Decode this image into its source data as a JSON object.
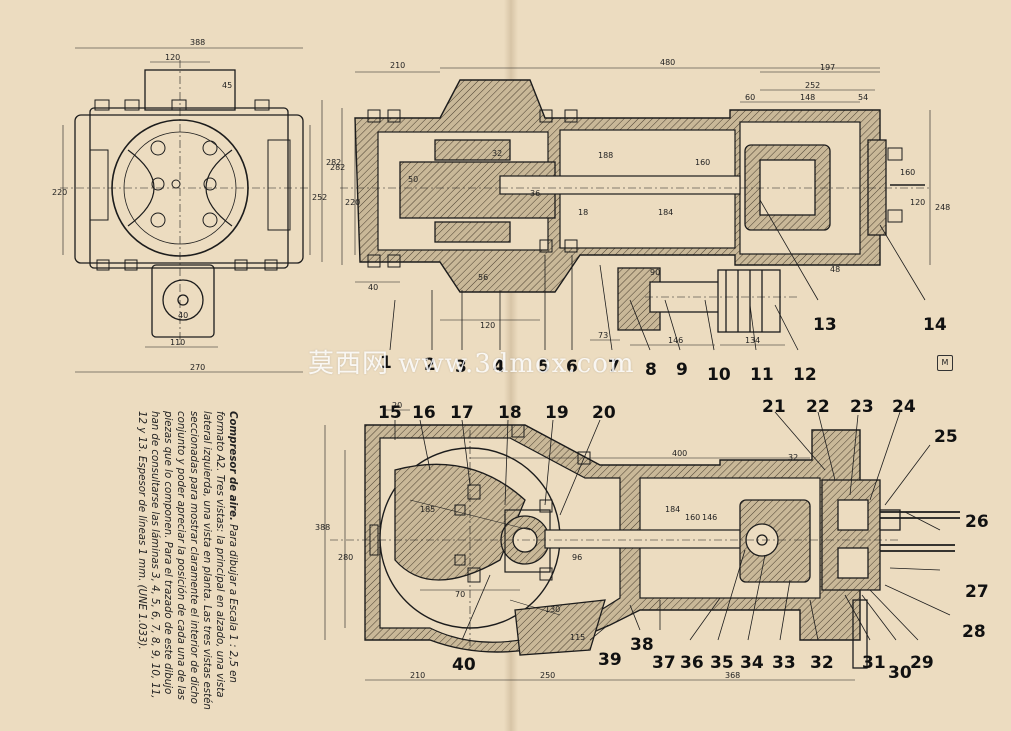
{
  "caption": {
    "title": "Compresor de aire.",
    "body": "Para dibujar a Escala 1 : 2,5 en formato A2. Tres vistas: la principal en alzado, una vista lateral izquierda, una vista en planta. Las tres vistas estén seccionadas para mostrar claramente el interior de dicho conjunto y poder apreciar la posición de cada una de las piezas que lo componen. Para el trazado de este dibujo han de consultarse las láminas 3, 4, 5, 6, 7, 8, 9, 10, 11, 12 y 13. Espesor de líneas 1 mm. (UNE 1.033)."
  },
  "watermark": "莫西网 www.3dmox.com",
  "logo_mark": "M",
  "side_view_dims": {
    "d388": "388",
    "d120": "120",
    "d45": "45",
    "d220": "220",
    "d252": "252",
    "d282": "282",
    "d110": "110",
    "d270": "270",
    "d40": "40"
  },
  "top_view_dims": {
    "d210": "210",
    "d480": "480",
    "d197": "197",
    "d252": "252",
    "d148": "148",
    "d60": "60",
    "d54": "54",
    "d282": "282",
    "d220": "220",
    "d40": "40",
    "d120": "120",
    "d50": "50",
    "d32": "32",
    "d36": "36",
    "d188": "188",
    "d160": "160",
    "d184": "184",
    "d18": "18",
    "d120b": "120",
    "d248": "248",
    "d48": "48",
    "d146": "146",
    "d134": "134",
    "d73": "73",
    "d90": "90",
    "d56": "56",
    "d160b": "160"
  },
  "front_view_dims": {
    "d20": "20",
    "d388": "388",
    "d280": "280",
    "d400": "400",
    "d185": "185",
    "d210": "210",
    "d250": "250",
    "d368": "368",
    "d70": "70",
    "d130": "130",
    "d184": "184",
    "d160": "160",
    "d146": "146",
    "d32": "32",
    "d115": "115",
    "d96": "96"
  },
  "part_numbers_top": [
    "1",
    "2",
    "3",
    "4",
    "5",
    "6",
    "7",
    "8",
    "9",
    "10",
    "11",
    "12",
    "13",
    "14"
  ],
  "part_numbers_front": [
    "15",
    "16",
    "17",
    "18",
    "19",
    "20",
    "21",
    "22",
    "23",
    "24",
    "25",
    "26",
    "27",
    "28",
    "29",
    "30",
    "31",
    "32",
    "33",
    "34",
    "35",
    "36",
    "37",
    "38",
    "39",
    "40"
  ]
}
